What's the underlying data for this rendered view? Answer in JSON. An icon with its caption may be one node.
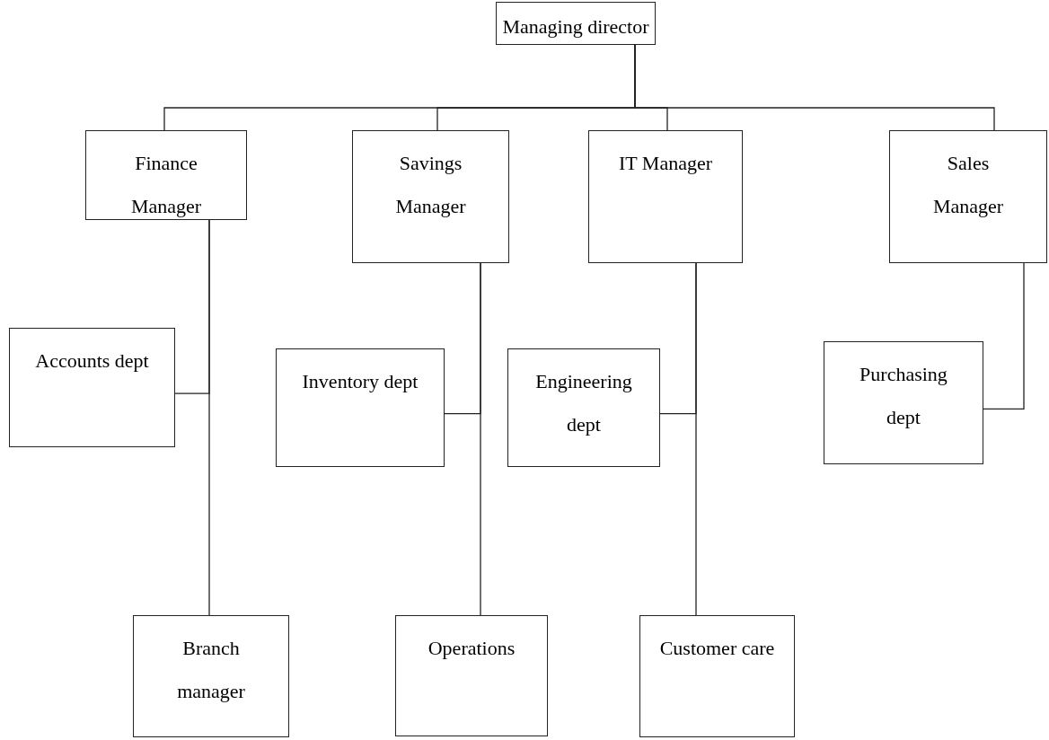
{
  "diagram": {
    "nodes": [
      {
        "text": [
          "Managing director"
        ]
      },
      {
        "text": [
          "Finance Manager"
        ]
      },
      {
        "text": [
          "Savings Manager"
        ]
      },
      {
        "text": [
          "IT Manager"
        ]
      },
      {
        "text": [
          "Sales Manager"
        ]
      },
      {
        "text": [
          "Accounts dept"
        ]
      },
      {
        "text": [
          "Inventory dept"
        ]
      },
      {
        "text": [
          "Engineering dept"
        ]
      },
      {
        "text": [
          "Purchasing dept"
        ]
      },
      {
        "text": [
          "Branch manager"
        ]
      },
      {
        "text": [
          "Operations"
        ]
      },
      {
        "text": [
          "Customer care"
        ]
      }
    ],
    "edges": [
      {
        "from": 0,
        "to": 1,
        "arrow": "none"
      },
      {
        "from": 0,
        "to": 2,
        "arrow": "none"
      },
      {
        "from": 0,
        "to": 3,
        "arrow": "none"
      },
      {
        "from": 0,
        "to": 4,
        "arrow": "none"
      },
      {
        "from": 1,
        "to": 5,
        "arrow": "none"
      },
      {
        "from": 1,
        "to": 9,
        "arrow": "none"
      },
      {
        "from": 2,
        "to": 6,
        "arrow": "none"
      },
      {
        "from": 2,
        "to": 10,
        "arrow": "none"
      },
      {
        "from": 3,
        "to": 7,
        "arrow": "none"
      },
      {
        "from": 3,
        "to": 11,
        "arrow": "none"
      },
      {
        "from": 4,
        "to": 8,
        "arrow": "none"
      }
    ]
  }
}
